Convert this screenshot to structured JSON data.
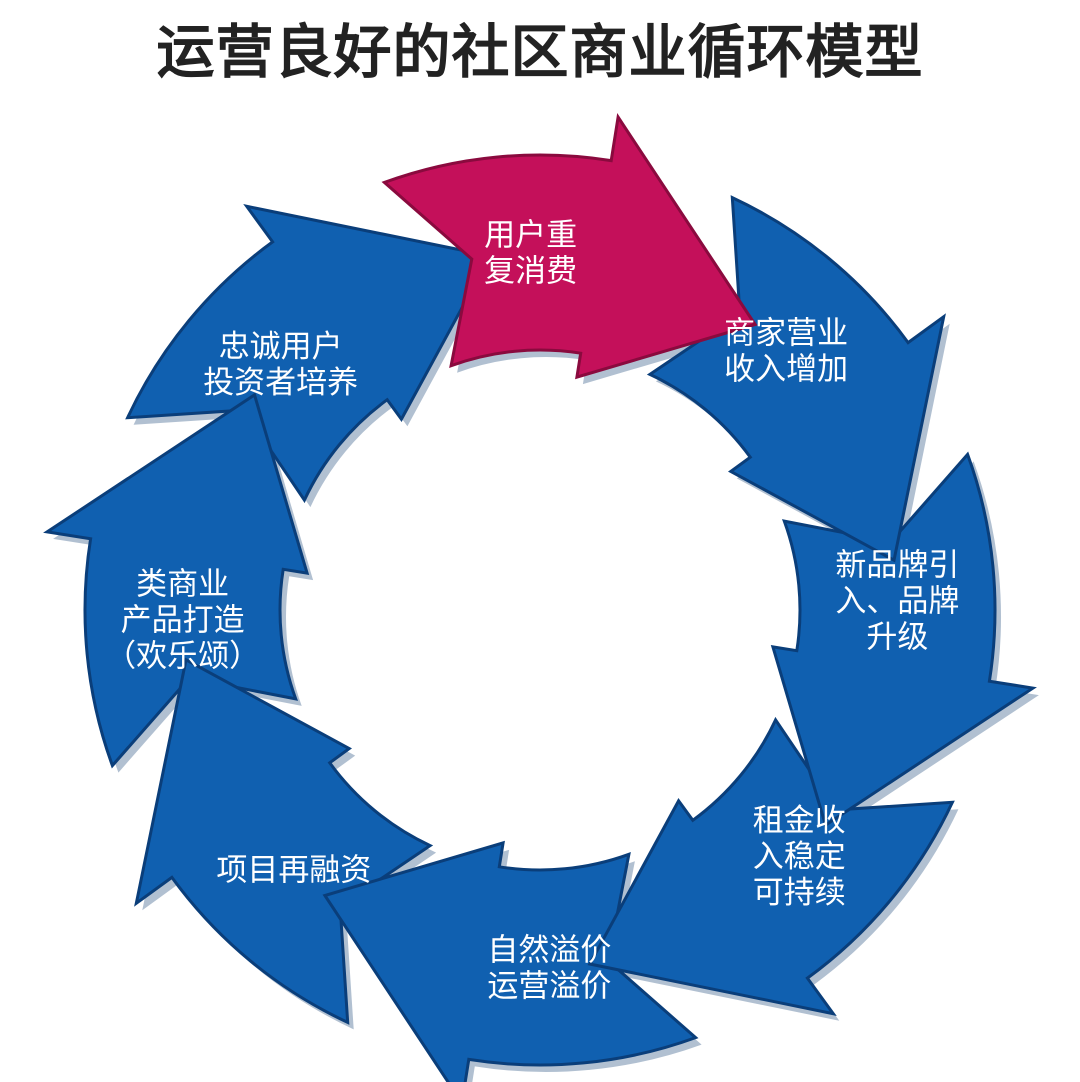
{
  "title": "运营良好的社区商业循环模型",
  "colors": {
    "blue": "#1060b0",
    "blue_edge": "#0a3e7a",
    "magenta": "#c4105a",
    "magenta_edge": "#8a0a3e",
    "label": "#ffffff"
  },
  "segments": [
    {
      "lines": [
        "用户重",
        "复消费"
      ],
      "highlight": true
    },
    {
      "lines": [
        "商家营业",
        "收入增加"
      ],
      "highlight": false
    },
    {
      "lines": [
        "新品牌引",
        "入、品牌",
        "升级"
      ],
      "highlight": false
    },
    {
      "lines": [
        "租金收",
        "入稳定",
        "可持续"
      ],
      "highlight": false
    },
    {
      "lines": [
        "自然溢价",
        "运营溢价"
      ],
      "highlight": false
    },
    {
      "lines": [
        "项目再融资"
      ],
      "highlight": false
    },
    {
      "lines": [
        "类商业",
        "产品打造",
        "（欢乐颂）"
      ],
      "highlight": false
    },
    {
      "lines": [
        "忠诚用户",
        "投资者培养"
      ],
      "highlight": false
    }
  ]
}
